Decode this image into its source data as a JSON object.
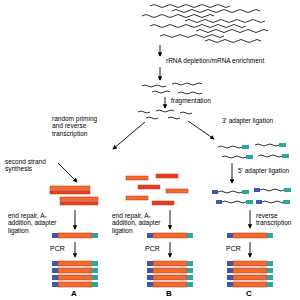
{
  "diagram": {
    "labels": [
      "rRNA depletion/mRNA enrichment",
      "fragmentation",
      "random priming and reverse transcription",
      "3' adapter ligation",
      "second strand synthesis",
      "5' adapter ligation",
      "end repair, A-addition, adapter ligation",
      "end repair, A-addition, adapter ligation",
      "reverse transcription",
      "PCR",
      "PCR",
      "PCR",
      "A",
      "B",
      "C"
    ]
  }
}
